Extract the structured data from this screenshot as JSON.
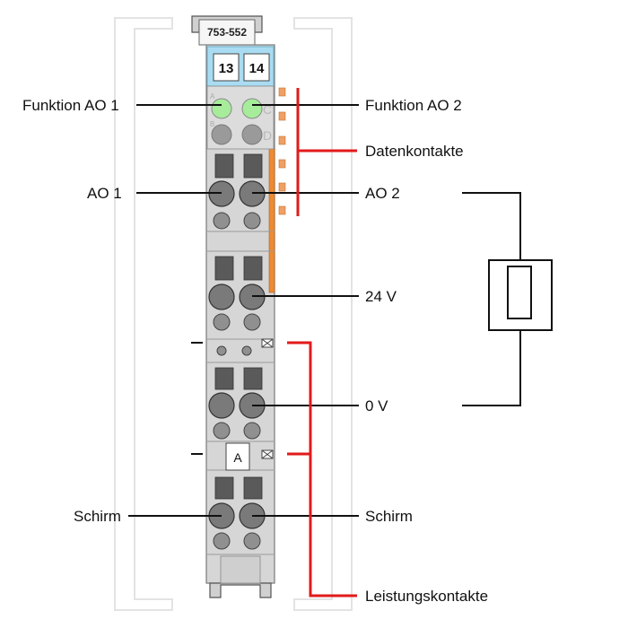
{
  "module": {
    "part_number": "753-552",
    "channel_numbers": [
      "13",
      "14"
    ],
    "led_letters": [
      "A",
      "C",
      "B",
      "D"
    ],
    "marker_letter": "A"
  },
  "labels": {
    "funktion_ao1": "Funktion AO 1",
    "funktion_ao2": "Funktion AO 2",
    "datenkontakte": "Datenkontakte",
    "ao1": "AO 1",
    "ao2": "AO 2",
    "v24": "24 V",
    "v0": "0 V",
    "schirm_left": "Schirm",
    "schirm_right": "Schirm",
    "leistungskontakte": "Leistungskontakte"
  },
  "colors": {
    "module_body": "#d6d6d6",
    "module_outline": "#7a7a7a",
    "led_green": "#a6ec9a",
    "led_grey": "#9a9a9a",
    "data_contacts": "#f0a064",
    "power_contacts_bar": "#ee8a30",
    "accent_red": "#e21a1a",
    "label_blue": "#9fd6ef",
    "rail": "#e6e6e6"
  }
}
